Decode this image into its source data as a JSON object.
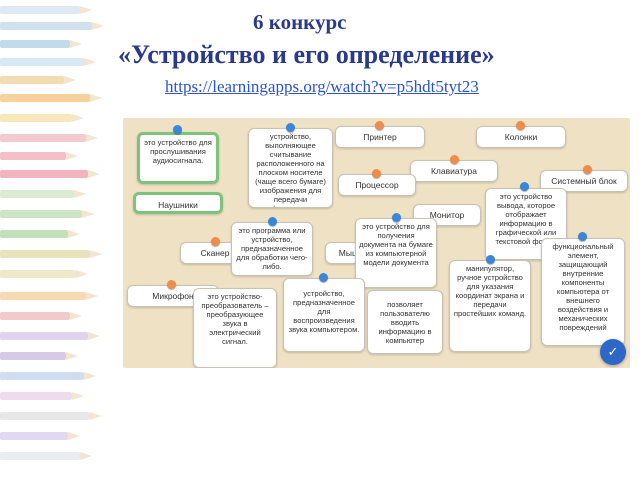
{
  "header": {
    "title_line1": "6 конкурс",
    "title_line2": "«Устройство и его определение»",
    "link": "https://learningapps.org/watch?v=p5hdt5tyt23"
  },
  "board": {
    "cards": [
      {
        "text": "это устройство для прослушивания аудиосигнала."
      },
      {
        "text": "Наушники"
      },
      {
        "text": "устройство, выполняющее считывание расположенного на плоском носителе (чаще всего бумаге) изображения для передачи информации на расстояние или для преобразования его в"
      },
      {
        "text": "Принтер"
      },
      {
        "text": "Колонки"
      },
      {
        "text": "Клавиатура"
      },
      {
        "text": "Сканер"
      },
      {
        "text": "Процессор"
      },
      {
        "text": "Системный блок"
      },
      {
        "text": "это устройство вывода, которое отображает информацию в графической или текстовой форме"
      },
      {
        "text": "Монитор"
      },
      {
        "text": "это программа или устройство, предназначенное для обработки чего-либо."
      },
      {
        "text": "это устройство для получения документа на бумаге из компьютерной модели документа"
      },
      {
        "text": "Мышь"
      },
      {
        "text": "манипулятор, ручное устройство для указания координат экрана и передачи простейших команд."
      },
      {
        "text": "функциональный элемент, защищающий внутренние компоненты компьютера от внешнего воздействия и механических повреждений"
      },
      {
        "text": "Микрофон"
      },
      {
        "text": "это устройство-преобразователь – преобразующее звука в электрический сигнал."
      },
      {
        "text": "устройство, предназначенное для воспроизведения звука компьютером."
      },
      {
        "text": "позволяет пользователю вводить информацию в компьютер"
      }
    ],
    "check_icon": "check-icon"
  },
  "colors": {
    "title": "#2a3a8a",
    "link": "#2b54c9",
    "board": "#efe1c4",
    "pin_blue": "#3a86d8",
    "pin_orange": "#ef8c4b",
    "selected_border": "#7fc27d",
    "check_button": "#2f67c7"
  }
}
